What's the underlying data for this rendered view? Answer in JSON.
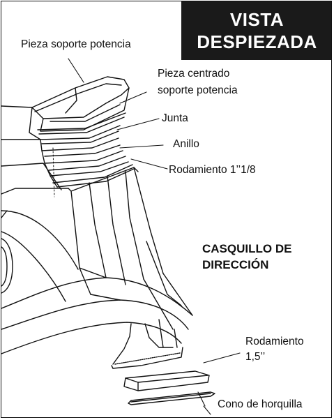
{
  "title": {
    "line1": "VISTA",
    "line2": "DESPIEZADA"
  },
  "section": {
    "line1": "CASQUILLO DE",
    "line2": "DIRECCIÓN"
  },
  "labels": {
    "pieza_soporte": "Pieza soporte potencia",
    "pieza_centrado_1": "Pieza centrado",
    "pieza_centrado_2": "soporte potencia",
    "junta": "Junta",
    "anillo": "Anillo",
    "rodamiento_top": "Rodamiento 1’’1/8",
    "rodamiento_bottom_1": "Rodamiento",
    "rodamiento_bottom_2": "1,5’’",
    "cono": "Cono de horquilla"
  },
  "colors": {
    "title_bg": "#1a1a1a",
    "title_text": "#ffffff",
    "line": "#111111"
  }
}
